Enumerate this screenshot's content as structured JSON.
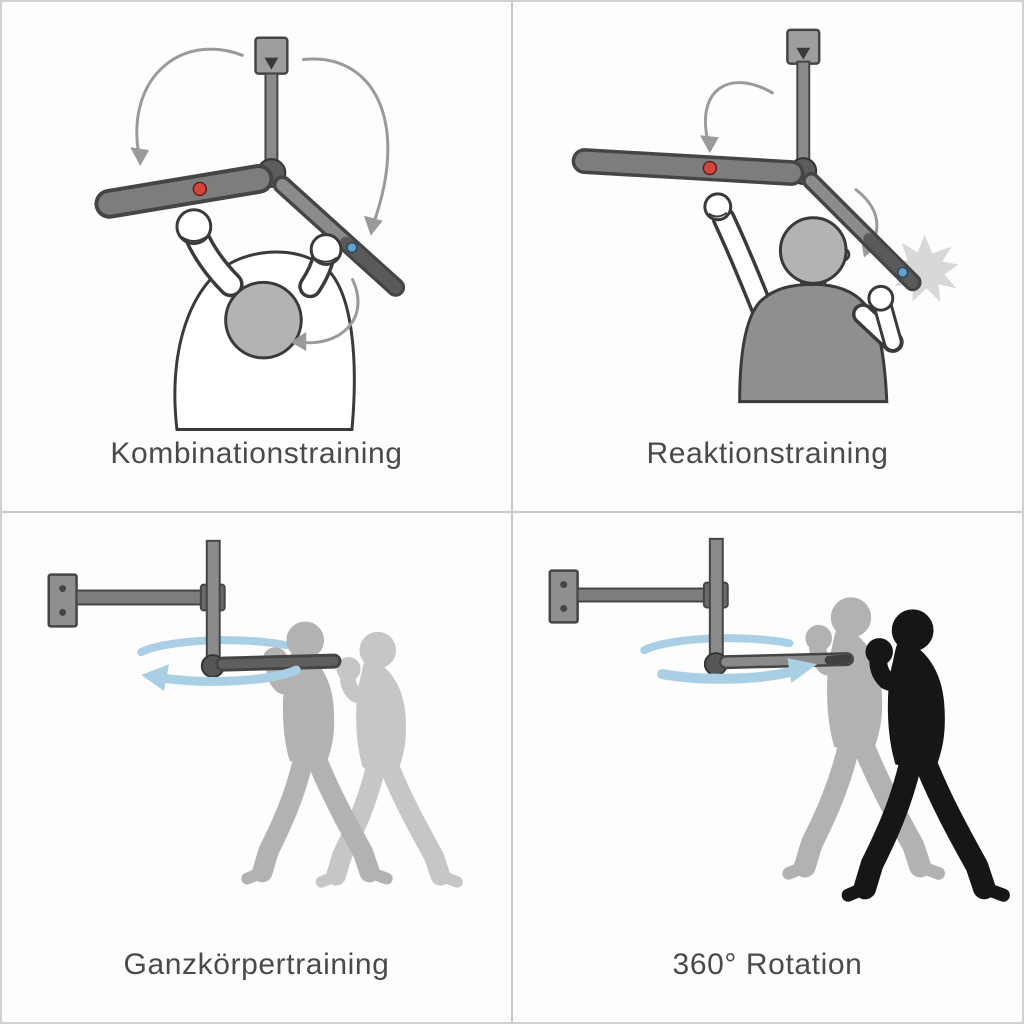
{
  "figure": {
    "type": "product-feature-diagram",
    "subject": "wall and ceiling mounted boxing reflex rotating bar trainer"
  },
  "panels": [
    {
      "caption": "Kombinationstraining"
    },
    {
      "caption": "Reaktionstraining"
    },
    {
      "caption": "Ganzkörpertraining"
    },
    {
      "caption": "360° Rotation"
    }
  ],
  "colors": {
    "background": "#fdfdfd",
    "divider": "#c9c9c9",
    "caption_text": "#4a4a4a",
    "bar_gray": "#7d7d7d",
    "bar_dark": "#454545",
    "outline": "#3a3a3a",
    "red_button": "#d6453c",
    "blue_button": "#64a0c8",
    "motion_arrow_gray": "#9a9a9a",
    "rotation_arrow_blue": "#a9cfe5",
    "silhouette_gray": "#b2b2b2",
    "silhouette_gray_light": "#c6c6c6",
    "silhouette_black": "#161616",
    "skin_shade": "#b3b3b3",
    "tank_top": "#8f8f8f",
    "impact_burst": "#d8d8d8"
  },
  "icons": {
    "rotation_arrow": "elliptical-blue-arrow",
    "swing_arrow": "curved-gray-arrow",
    "impact": "jagged-burst"
  }
}
